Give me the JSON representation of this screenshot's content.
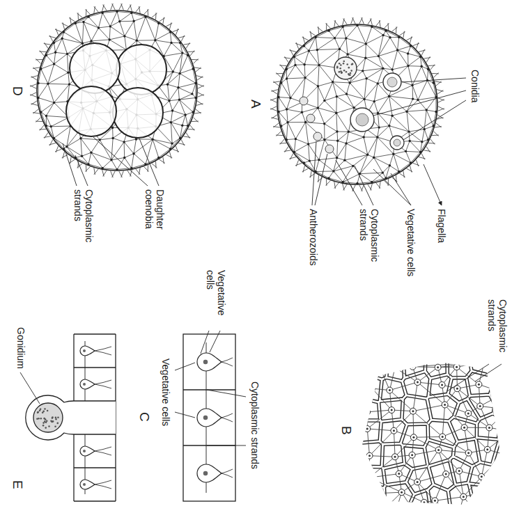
{
  "diagram": {
    "labels": [
      "Conidia",
      "Flagella",
      "Vegetative cells",
      "Cytoplasmic strands",
      "Antherozoids",
      "A",
      "Cytoplasmic strands",
      "B",
      "Daughter coenobia",
      "Cytoplasmic strands",
      "D",
      "Vegetative cells",
      "Cytoplasmic strands",
      "Vegetative cells",
      "C",
      "Gonidium",
      "E"
    ]
  }
}
